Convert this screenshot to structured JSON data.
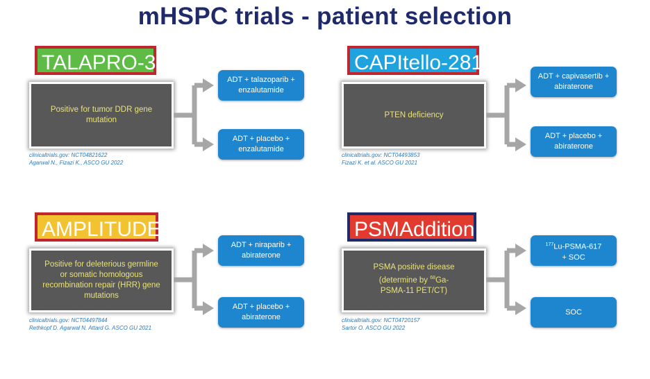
{
  "title": "mHSPC trials - patient selection",
  "panels": [
    {
      "trial": "TALAPRO-3",
      "fill": "#5dbb46",
      "border": "#c0262d",
      "selection": "Positive for tumor DDR gene mutation",
      "citation_line1": "clinicaltrials.gov: NCT04821622",
      "citation_line2": "Agarwal N., Fizazi K., ASCO GU 2022",
      "arm1": "ADT + talazoparib + enzalutamide",
      "arm2": "ADT + placebo + enzalutamide"
    },
    {
      "trial": "CAPItello-281",
      "fill": "#1ea3de",
      "border": "#c0262d",
      "selection": "PTEN deficiency",
      "citation_line1": "clinicaltrials.gov: NCT04493853",
      "citation_line2": "Fizazi K. et al. ASCO GU 2021",
      "arm1": "ADT + capivasertib + abiraterone",
      "arm2": "ADT + placebo + abiraterone"
    },
    {
      "trial": "AMPLITUDE",
      "fill": "#f2c230",
      "border": "#c0262d",
      "selection": "Positive for deleterious germline or somatic homologous recombination repair (HRR) gene mutations",
      "citation_line1": "clinicaltrials.gov: NCT04497844",
      "citation_line2": "Rethkopf D. Agarwal N. Attard G. ASCO GU 2021",
      "arm1": "ADT + niraparib + abiraterone",
      "arm2": "ADT + placebo + abiraterone"
    },
    {
      "trial": "PSMAddition",
      "fill": "#e23a2f",
      "border": "#1f2a6b",
      "selection_line1": "PSMA positive disease",
      "selection_line2_prefix": "(determine by ",
      "selection_isotope": "68",
      "selection_line2_suffix": "Ga-",
      "selection_line3": "PSMA-11 PET/CT)",
      "citation_line1": "clinicaltrials.gov: NCT04720157",
      "citation_line2": "Sartor O. ASCO GU 2022",
      "arm1_isotope": "177",
      "arm1_main": "Lu-PSMA-617",
      "arm1_line2": "+ SOC",
      "arm2": "SOC"
    }
  ],
  "colors": {
    "title": "#1f2a6b",
    "arm": "#1d86cf",
    "connector": "#a6a6a6",
    "citation": "#2a78b8"
  }
}
